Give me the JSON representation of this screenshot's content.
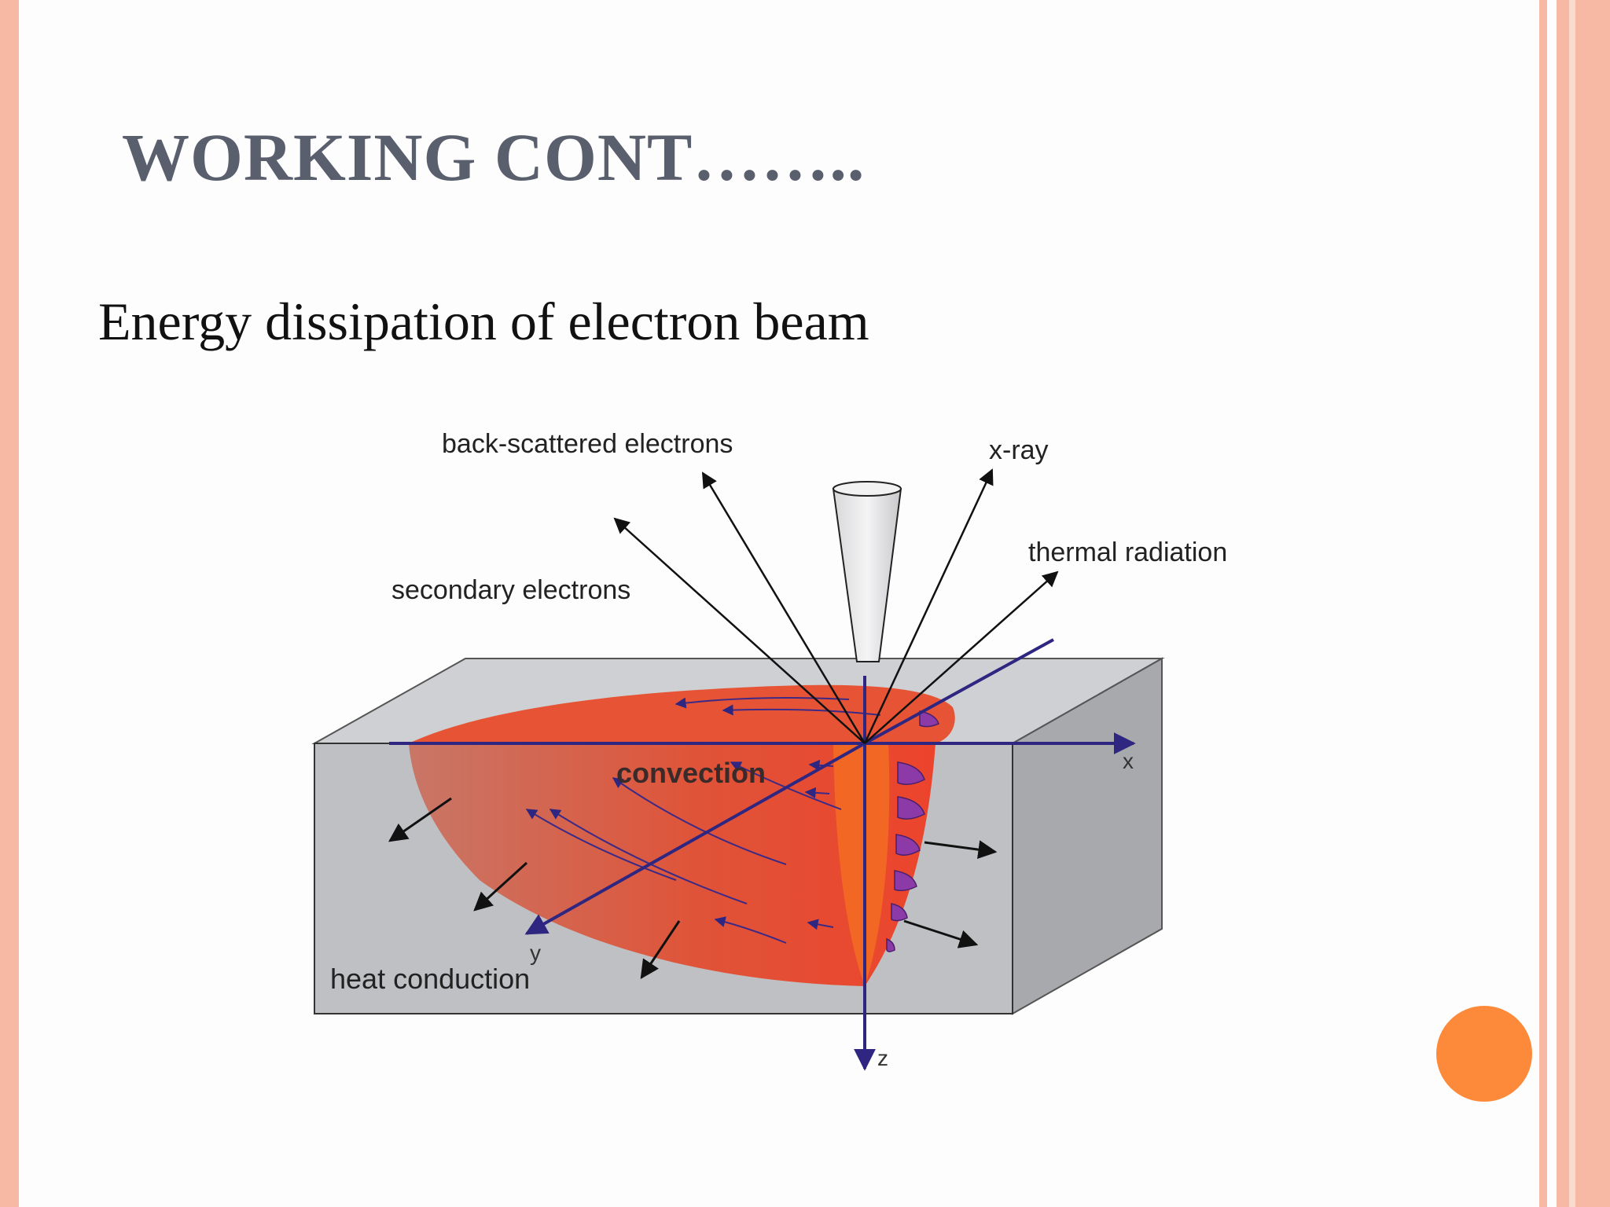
{
  "slide": {
    "title": "WORKING CONT……..",
    "subtitle": "Energy dissipation of electron beam"
  },
  "diagram": {
    "labels": {
      "back_scattered": "back-scattered electrons",
      "xray": "x-ray",
      "thermal": "thermal radiation",
      "secondary": "secondary electrons",
      "convection": "convection",
      "heat_conduction": "heat conduction",
      "axis_x": "x",
      "axis_y": "y",
      "axis_z": "z"
    }
  },
  "colors": {
    "title": "#5a5f6e",
    "text": "#111111",
    "border_salmon": "#f7b9a4",
    "accent_orange": "#fd8a3b",
    "block_front": "#bfc0c3",
    "block_top": "#cfd0d3",
    "block_side": "#a8a9ad",
    "melt_pool": "#e9502e",
    "axis": "#2e2680"
  }
}
